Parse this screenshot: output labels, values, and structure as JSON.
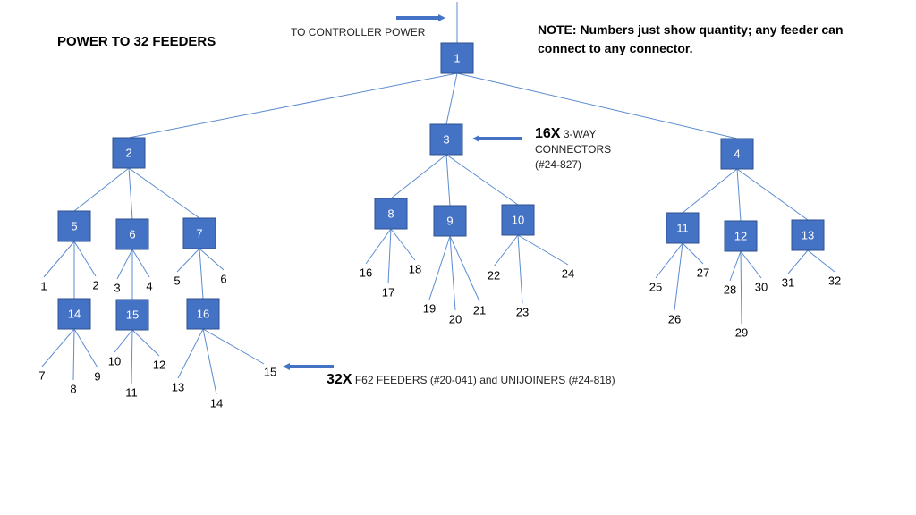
{
  "title": "POWER TO 32 FEEDERS",
  "controller_label": "TO CONTROLLER POWER",
  "note": "NOTE: Numbers just show quantity; any feeder can connect to any connector.",
  "connectors_qty": "16X",
  "connectors_text": "3-WAY CONNECTORS (#24-827)",
  "feeders_qty": "32X",
  "feeders_text": "F62 FEEDERS (#20-041) and UNIJOINERS (#24-818)",
  "colors": {
    "box": "#4472c4",
    "line": "#5b8bd0",
    "arrow": "#4472c4"
  },
  "nodes": [
    {
      "id": "1",
      "label": "1"
    },
    {
      "id": "2",
      "label": "2"
    },
    {
      "id": "3",
      "label": "3"
    },
    {
      "id": "4",
      "label": "4"
    },
    {
      "id": "5",
      "label": "5"
    },
    {
      "id": "6",
      "label": "6"
    },
    {
      "id": "7",
      "label": "7"
    },
    {
      "id": "8",
      "label": "8"
    },
    {
      "id": "9",
      "label": "9"
    },
    {
      "id": "10",
      "label": "10"
    },
    {
      "id": "11",
      "label": "11"
    },
    {
      "id": "12",
      "label": "12"
    },
    {
      "id": "13",
      "label": "13"
    },
    {
      "id": "14",
      "label": "14"
    },
    {
      "id": "15",
      "label": "15"
    },
    {
      "id": "16",
      "label": "16"
    }
  ],
  "leaves": [
    {
      "id": "l1",
      "label": "1"
    },
    {
      "id": "l2",
      "label": "2"
    },
    {
      "id": "l3",
      "label": "3"
    },
    {
      "id": "l4",
      "label": "4"
    },
    {
      "id": "l5",
      "label": "5"
    },
    {
      "id": "l6",
      "label": "6"
    },
    {
      "id": "l7",
      "label": "7"
    },
    {
      "id": "l8",
      "label": "8"
    },
    {
      "id": "l9",
      "label": "9"
    },
    {
      "id": "l10",
      "label": "10"
    },
    {
      "id": "l11",
      "label": "11"
    },
    {
      "id": "l12",
      "label": "12"
    },
    {
      "id": "l13",
      "label": "13"
    },
    {
      "id": "l14",
      "label": "14"
    },
    {
      "id": "l15",
      "label": "15"
    },
    {
      "id": "l16",
      "label": "16"
    },
    {
      "id": "l17",
      "label": "17"
    },
    {
      "id": "l18",
      "label": "18"
    },
    {
      "id": "l19",
      "label": "19"
    },
    {
      "id": "l20",
      "label": "20"
    },
    {
      "id": "l21",
      "label": "21"
    },
    {
      "id": "l22",
      "label": "22"
    },
    {
      "id": "l23",
      "label": "23"
    },
    {
      "id": "l24",
      "label": "24"
    },
    {
      "id": "l25",
      "label": "25"
    },
    {
      "id": "l26",
      "label": "26"
    },
    {
      "id": "l27",
      "label": "27"
    },
    {
      "id": "l28",
      "label": "28"
    },
    {
      "id": "l29",
      "label": "29"
    },
    {
      "id": "l30",
      "label": "30"
    },
    {
      "id": "l31",
      "label": "31"
    },
    {
      "id": "l32",
      "label": "32"
    }
  ],
  "edges": [
    [
      "1",
      "2"
    ],
    [
      "1",
      "3"
    ],
    [
      "1",
      "4"
    ],
    [
      "2",
      "5"
    ],
    [
      "2",
      "6"
    ],
    [
      "2",
      "7"
    ],
    [
      "3",
      "8"
    ],
    [
      "3",
      "9"
    ],
    [
      "3",
      "10"
    ],
    [
      "4",
      "11"
    ],
    [
      "4",
      "12"
    ],
    [
      "4",
      "13"
    ],
    [
      "5",
      "l1"
    ],
    [
      "5",
      "l2"
    ],
    [
      "5",
      "14"
    ],
    [
      "6",
      "l3"
    ],
    [
      "6",
      "l4"
    ],
    [
      "6",
      "15"
    ],
    [
      "7",
      "l5"
    ],
    [
      "7",
      "l6"
    ],
    [
      "7",
      "16"
    ],
    [
      "14",
      "l7"
    ],
    [
      "14",
      "l8"
    ],
    [
      "14",
      "l9"
    ],
    [
      "15",
      "l10"
    ],
    [
      "15",
      "l11"
    ],
    [
      "15",
      "l12"
    ],
    [
      "16",
      "l13"
    ],
    [
      "16",
      "l14"
    ],
    [
      "16",
      "l15"
    ],
    [
      "8",
      "l16"
    ],
    [
      "8",
      "l17"
    ],
    [
      "8",
      "l18"
    ],
    [
      "9",
      "l19"
    ],
    [
      "9",
      "l20"
    ],
    [
      "9",
      "l21"
    ],
    [
      "10",
      "l22"
    ],
    [
      "10",
      "l23"
    ],
    [
      "10",
      "l24"
    ],
    [
      "11",
      "l25"
    ],
    [
      "11",
      "l26"
    ],
    [
      "11",
      "l27"
    ],
    [
      "12",
      "l28"
    ],
    [
      "12",
      "l29"
    ],
    [
      "12",
      "l30"
    ],
    [
      "13",
      "l31"
    ],
    [
      "13",
      "l32"
    ]
  ]
}
